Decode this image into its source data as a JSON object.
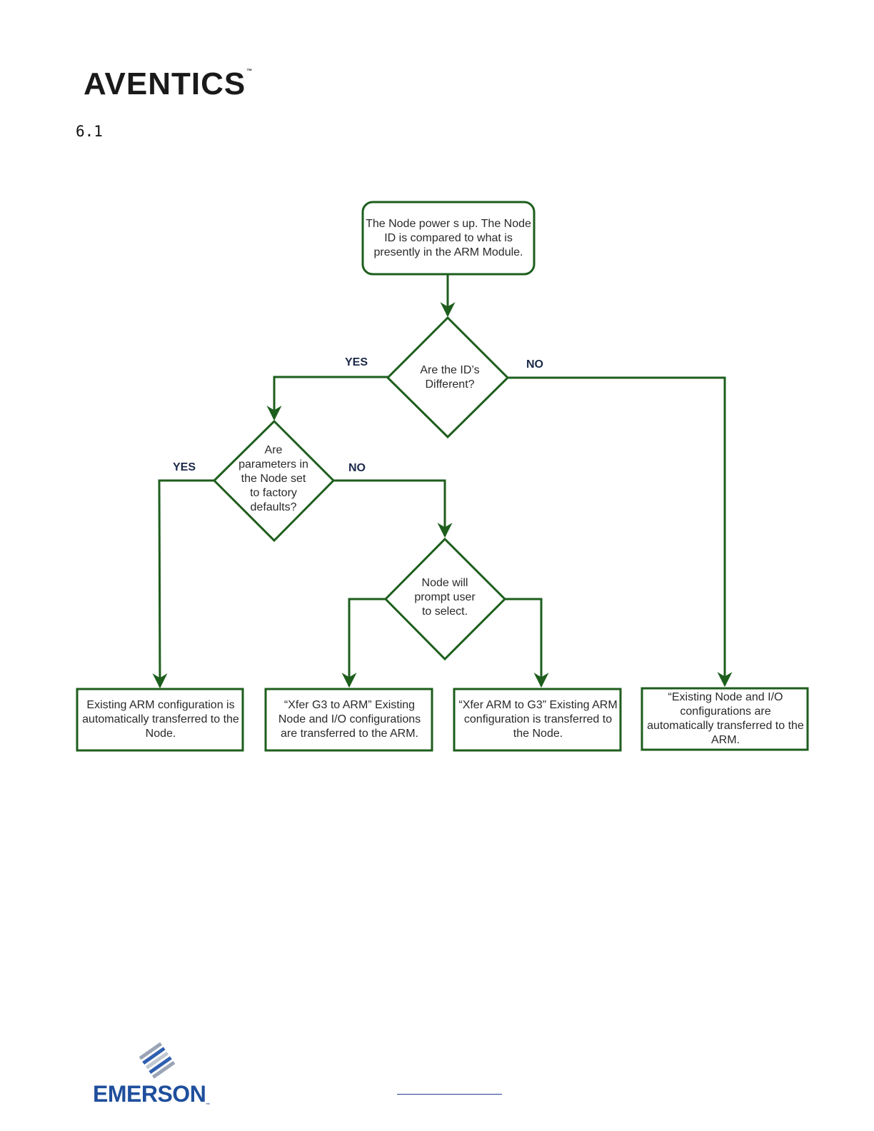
{
  "header": {
    "logo_text": "AVENTICS",
    "section_number": "6.1"
  },
  "flowchart": {
    "start": "The Node power s up. The Node ID is compared to what is presently in the ARM Module.",
    "decision_ids_different": "Are the ID’s Different?",
    "decision_factory_defaults": "Are parameters in the Node set to factory defaults?",
    "decision_prompt_user": "Node will prompt user to select.",
    "result_arm_to_node_auto": "Existing ARM configuration is automatically transferred to the Node.",
    "result_xfer_g3_to_arm": "“Xfer G3 to ARM” Existing Node and I/O configurations are transferred to the ARM.",
    "result_xfer_arm_to_g3": "“Xfer ARM to G3” Existing ARM configuration is transferred to the Node.",
    "result_node_to_arm_auto": "“Existing Node and I/O configurations are automatically transferred to the ARM.",
    "labels": {
      "yes_1": "YES",
      "no_1": "NO",
      "yes_2": "YES",
      "no_2": "NO"
    },
    "line_color": "#1d5e1d"
  },
  "footer": {
    "logo_text": "EMERSON",
    "logo_mark": "™"
  }
}
